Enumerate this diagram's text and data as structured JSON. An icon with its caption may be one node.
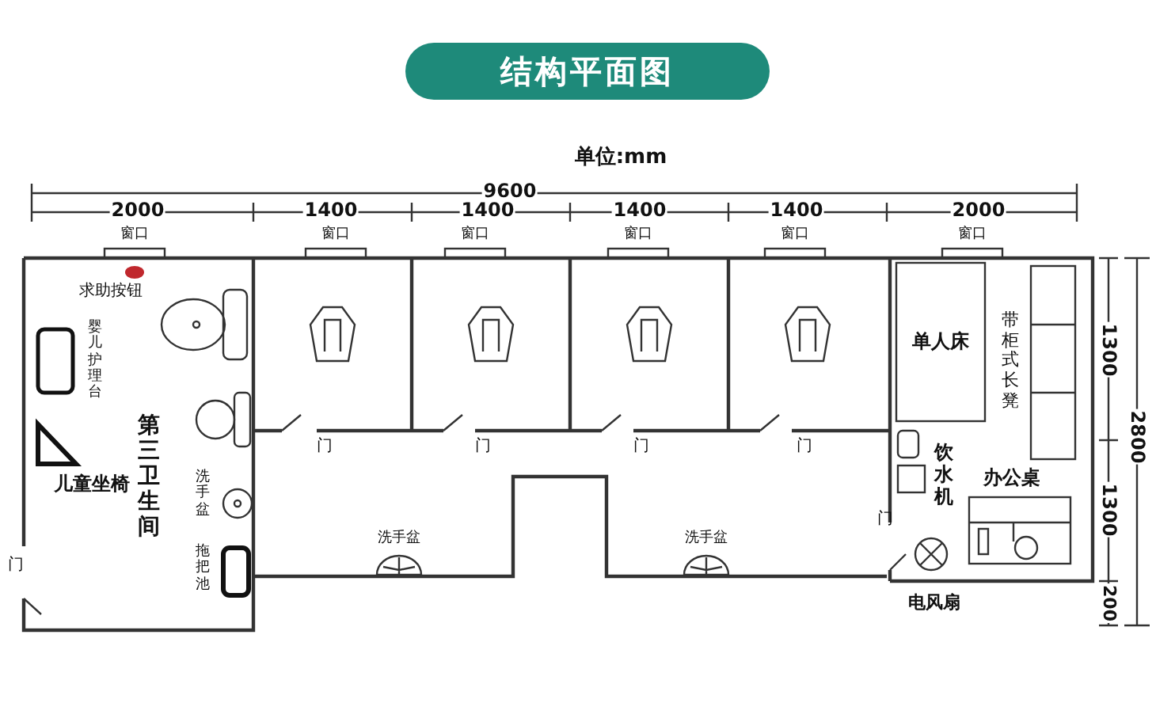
{
  "diagram": {
    "title": "结构平面图",
    "labels": [
      "单位:mm",
      "9600",
      "2000",
      "1400",
      "1400",
      "1400",
      "1400",
      "2000",
      "窗口",
      "窗口",
      "窗口",
      "窗口",
      "窗口",
      "窗口",
      "求助按钮",
      "婴儿护理台",
      "单人床",
      "带柜式长凳",
      "1300",
      "2800",
      "门",
      "门",
      "门",
      "门",
      "第三卫生间",
      "儿童坐椅",
      "饮水机",
      "办公桌",
      "洗手盆",
      "1300",
      "门",
      "门",
      "拖把池",
      "洗手盆",
      "洗手盆",
      "电风扇",
      "200"
    ]
  }
}
